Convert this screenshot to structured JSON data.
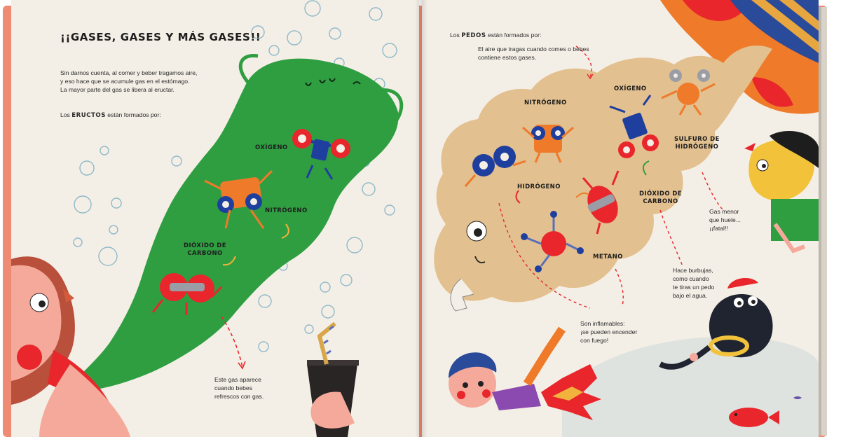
{
  "colors": {
    "cover": "#ef8a74",
    "paper": "#f4efe6",
    "belch": "#2f9e41",
    "fart": "#e3c08f",
    "gas_red": "#e8262b",
    "gas_blue": "#1f3f9e",
    "gas_orange": "#ee7a2a"
  },
  "left_page": {
    "title": "¡¡GASES, GASES Y MÁS GASES!!",
    "intro": {
      "line1": "Sin darnos cuenta, al comer y beber tragamos aire,",
      "line2": "y eso hace que se acumule gas en el estómago.",
      "line3": "La mayor parte del gas se libera al eructar."
    },
    "belch_caption": {
      "prefix": "Los",
      "emphasis": "ERUCTOS",
      "suffix": "están formados por:"
    },
    "gas_labels": {
      "oxygen": "OXÍGENO",
      "nitrogen": "NITRÓGENO",
      "co2_line1": "DIÓXIDO DE",
      "co2_line2": "CARBONO"
    },
    "soda_note": {
      "line1": "Este gas aparece",
      "line2": "cuando bebes",
      "line3": "refrescos con gas."
    }
  },
  "right_page": {
    "fart_caption": {
      "prefix": "Los",
      "emphasis": "PEDOS",
      "suffix": "están formados por:"
    },
    "air_note": {
      "line1": "El aire que tragas cuando comes o bebes",
      "line2": "contiene estos gases."
    },
    "gas_labels": {
      "nitrogen": "NITRÓGENO",
      "oxygen": "OXÍGENO",
      "h2s_line1": "SULFURO DE",
      "h2s_line2": "HIDRÓGENO",
      "hydrogen": "HIDRÓGENO",
      "co2_line1": "DIÓXIDO DE",
      "co2_line2": "CARBONO",
      "methane": "METANO"
    },
    "smell_note": {
      "line1": "Gas menor",
      "line2": "que huele...",
      "line3": "¡¡fatal!!"
    },
    "bubble_note": {
      "line1": "Hace burbujas,",
      "line2": "como cuando",
      "line3": "te tiras un pedo",
      "line4": "bajo el agua."
    },
    "flammable_note": {
      "line1": "Son inflamables:",
      "line2": "¡se pueden encender",
      "line3": "con fuego!"
    }
  }
}
